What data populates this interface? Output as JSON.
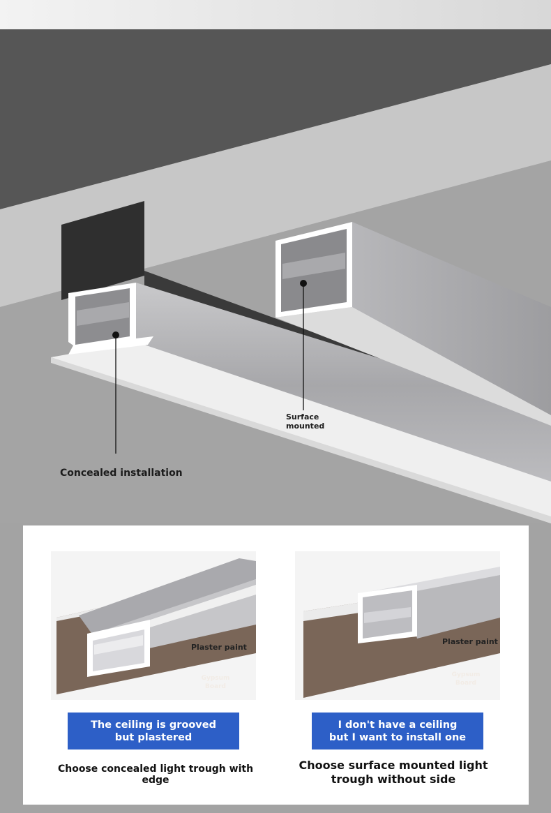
{
  "hero": {
    "callout_concealed": "Concealed installation",
    "callout_surface": "Surface\nmounted"
  },
  "cards": [
    {
      "plaster_label": "Plaster paint",
      "board_label_1": "Gypsum",
      "board_label_2": "Board",
      "scenario": "The ceiling is grooved but plastered",
      "choice": "Choose concealed light trough with edge"
    },
    {
      "plaster_label": "Plaster paint",
      "board_label_1": "Gypsum",
      "board_label_2": "Board",
      "scenario": "I don't have a ceiling but I want to install one",
      "choice": "Choose surface mounted light trough without side"
    }
  ],
  "colors": {
    "accent_blue": "#2d5fc7",
    "gypsum_brown": "#7a6658",
    "aluminum": "#b4b4b6"
  }
}
